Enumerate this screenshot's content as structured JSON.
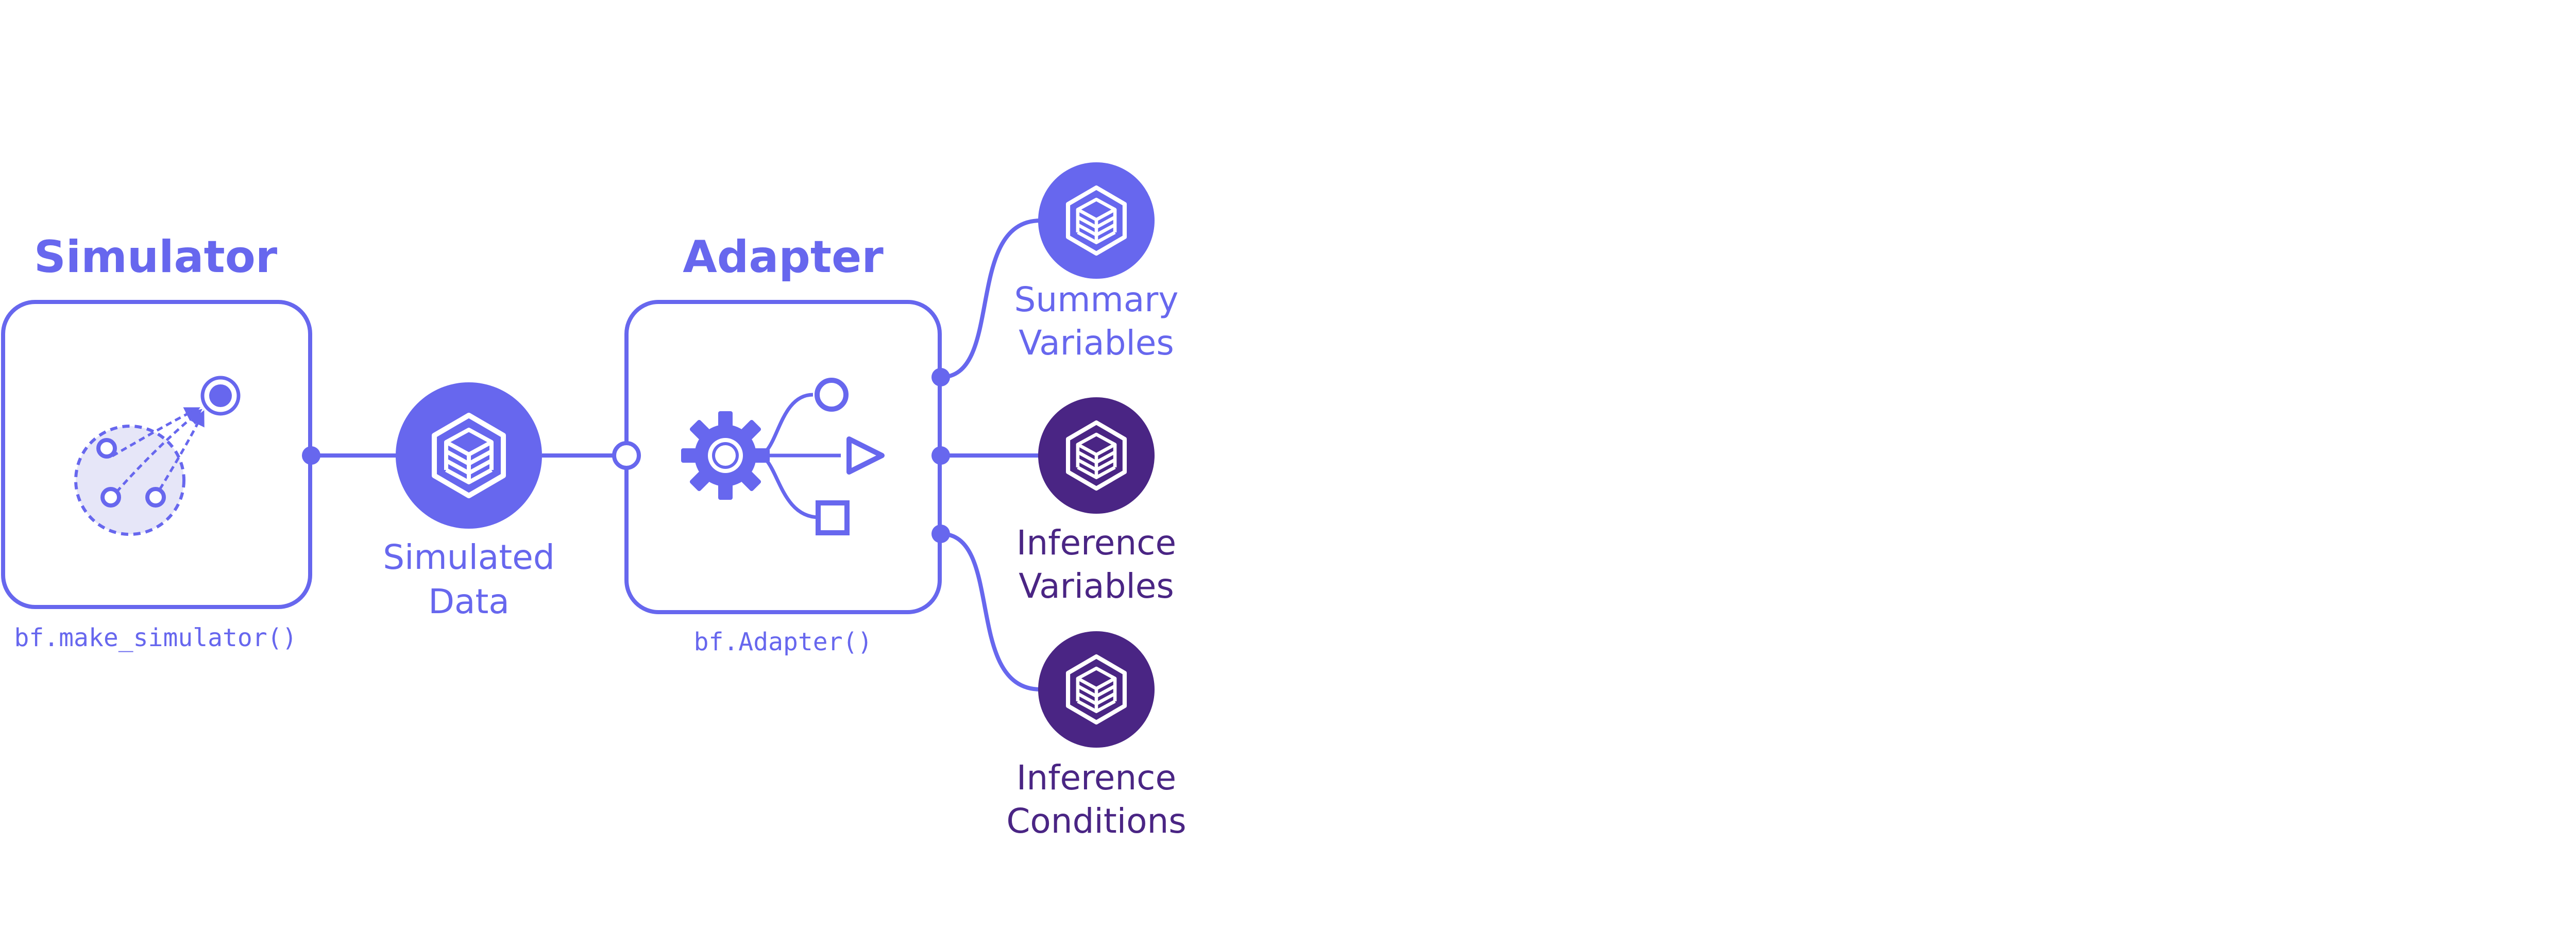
{
  "colors": {
    "accent": "#6767EE",
    "accent_light": "#E6E6F8",
    "dark": "#4A2584",
    "background": "#FFFFFF"
  },
  "simulator": {
    "title": "Simulator",
    "code": "bf.make_simulator()"
  },
  "simulated_data": {
    "line1": "Simulated",
    "line2": "Data",
    "icon": "cube-stack-icon"
  },
  "adapter": {
    "title": "Adapter",
    "code": "bf.Adapter()",
    "icon": "gear-icon"
  },
  "outputs": [
    {
      "line1": "Summary",
      "line2": "Variables",
      "icon": "cube-stack-icon",
      "color": "#6767EE"
    },
    {
      "line1": "Inference",
      "line2": "Variables",
      "icon": "cube-stack-icon",
      "color": "#4A2584"
    },
    {
      "line1": "Inference",
      "line2": "Conditions",
      "icon": "cube-stack-icon",
      "color": "#4A2584"
    }
  ]
}
